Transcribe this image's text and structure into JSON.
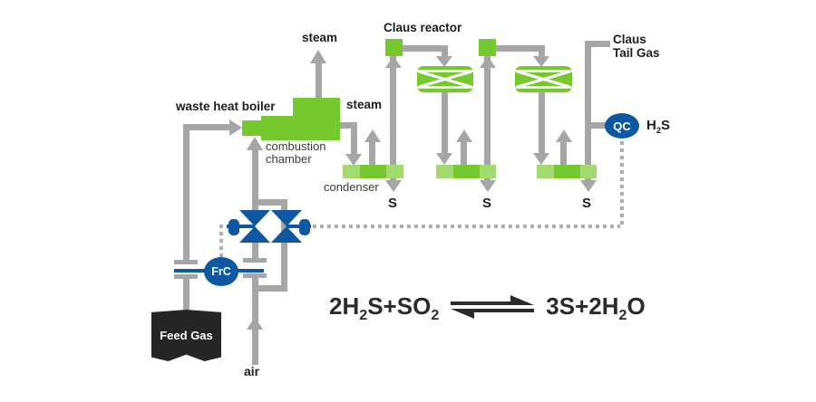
{
  "diagram_title": "Claus process sulfur recovery flow diagram",
  "colors": {
    "green": "#76c82f",
    "green_light": "#a3da6f",
    "pipe_gray": "#a6a6a6",
    "dotted_gray": "#aeaeae",
    "instrument_blue": "#0e57a2",
    "banner_black": "#262626",
    "text_dark": "#1d1d1d"
  },
  "labels": {
    "waste_heat_boiler": "waste heat boiler",
    "steam_top": "steam",
    "steam_right": "steam",
    "claus_reactor": "Claus reactor",
    "claus_tail_gas": {
      "line1": "Claus",
      "line2": "Tail Gas"
    },
    "combustion_chamber": {
      "line1": "combustion",
      "line2": "chamber"
    },
    "condenser": "condenser",
    "air": "air",
    "feed_gas": "Feed Gas",
    "qc": "QC",
    "frc": "FrC",
    "h2s": {
      "p1": "H",
      "sub": "2",
      "p2": "S"
    },
    "sulfur_1": "S",
    "sulfur_2": "S",
    "sulfur_3": "S"
  },
  "equation": {
    "lhs": {
      "p1": "2H",
      "s1": "2",
      "p2": "S+SO",
      "s2": "2"
    },
    "rhs": {
      "p1": "3S+2H",
      "s1": "2",
      "p2": "O"
    }
  }
}
